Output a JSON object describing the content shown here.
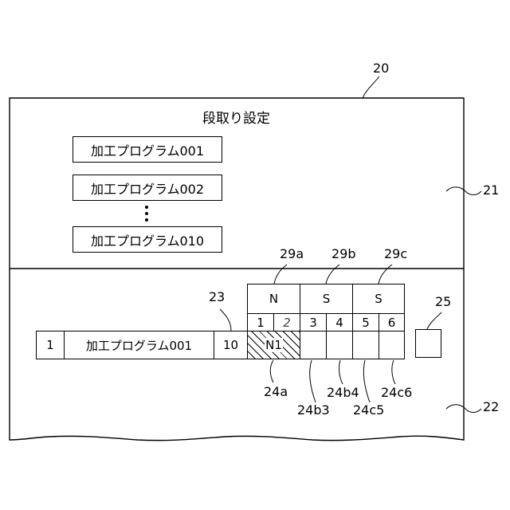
{
  "labels": {
    "ref_20": "20",
    "ref_21": "21",
    "ref_22": "22",
    "ref_23": "23",
    "ref_25": "25",
    "ref_29a": "29a",
    "ref_29b": "29b",
    "ref_29c": "29c",
    "ref_24a": "24a",
    "ref_24b3": "24b3",
    "ref_24b4": "24b4",
    "ref_24c5": "24c5",
    "ref_24c6": "24c6"
  },
  "top_panel": {
    "title": "段取り設定",
    "programs": [
      "加工プログラム001",
      "加工プログラム002",
      "加工プログラム010"
    ]
  },
  "bottom_panel": {
    "row": {
      "index": "1",
      "program": "加工プログラム001",
      "count": "10"
    },
    "groups": [
      "N",
      "S",
      "S"
    ],
    "slots": [
      "1",
      "2",
      "3",
      "4",
      "5",
      "6"
    ],
    "slot_contents": [
      "N1",
      "",
      "",
      "",
      "",
      ""
    ]
  }
}
